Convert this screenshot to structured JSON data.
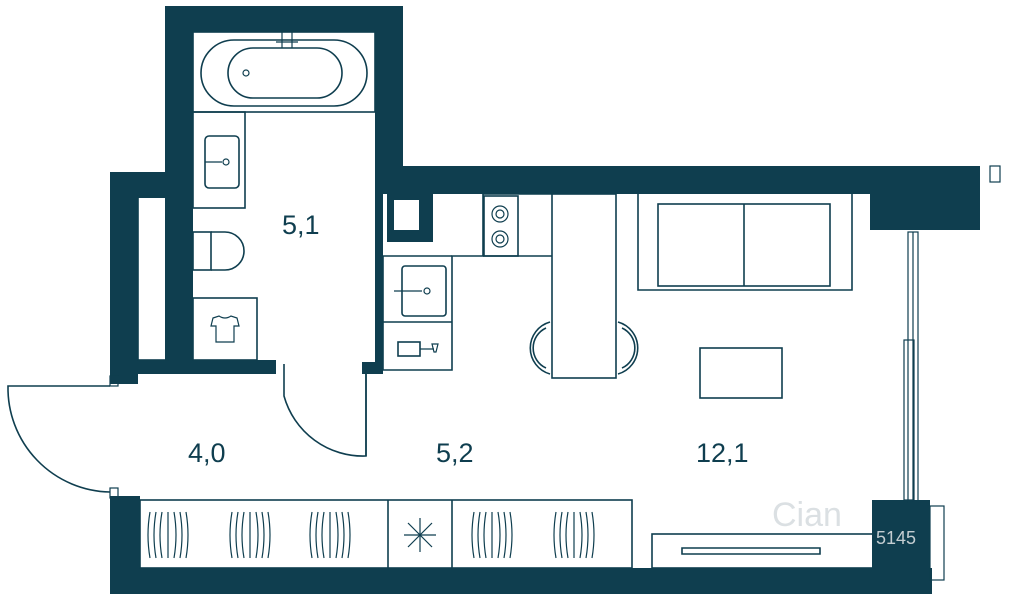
{
  "colors": {
    "wall": "#0f3e4f",
    "background": "#ffffff",
    "watermark": "#d8dde0"
  },
  "rooms": {
    "bathroom": {
      "area": "5,1"
    },
    "hallway": {
      "area": "4,0"
    },
    "kitchen": {
      "area": "5,2"
    },
    "living": {
      "area": "12,1"
    }
  },
  "watermark": {
    "brand": "Cian",
    "code": "5145"
  }
}
